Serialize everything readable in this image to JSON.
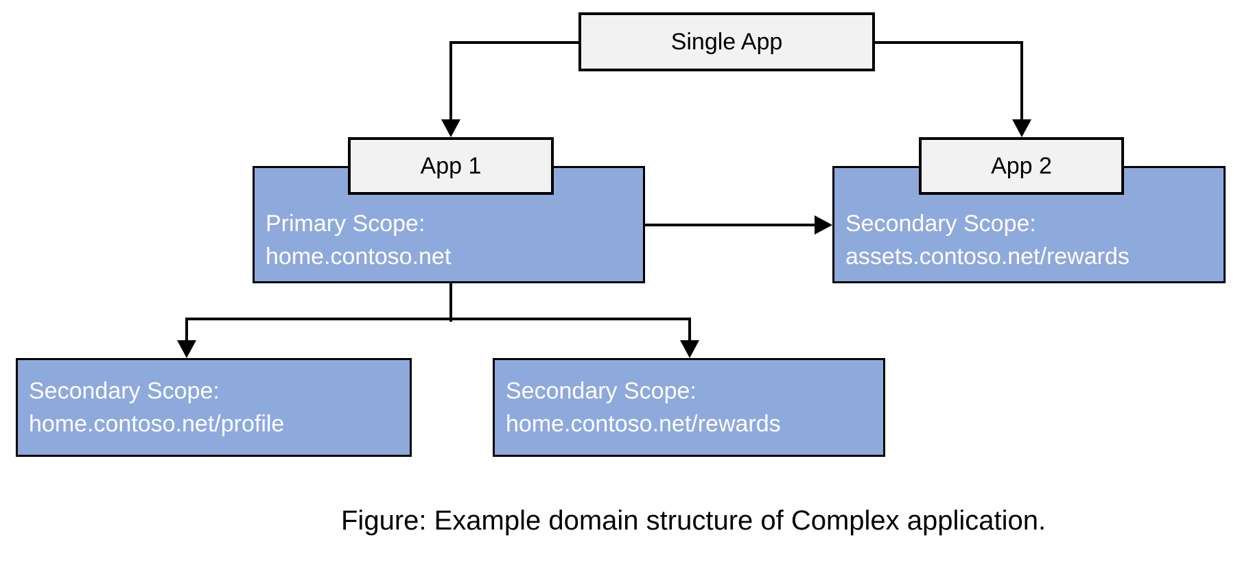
{
  "diagram": {
    "title_node": {
      "label": "Single App"
    },
    "app1": {
      "label": "App 1",
      "scope_title": "Primary Scope:",
      "scope_url": "home.contoso.net"
    },
    "app2": {
      "label": "App 2",
      "scope_title": "Secondary Scope:",
      "scope_url": "assets.contoso.net/rewards"
    },
    "secondary_profile": {
      "scope_title": "Secondary Scope:",
      "scope_url": "home.contoso.net/profile"
    },
    "secondary_rewards": {
      "scope_title": "Secondary Scope:",
      "scope_url": "home.contoso.net/rewards"
    },
    "caption": "Figure: Example domain structure of Complex application.",
    "colors": {
      "scope_fill": "#8EA9DB",
      "label_fill": "#F2F2F2",
      "line": "#000000",
      "scope_text": "#FFFFFF",
      "label_text": "#000000",
      "bg": "#FFFFFF"
    }
  }
}
